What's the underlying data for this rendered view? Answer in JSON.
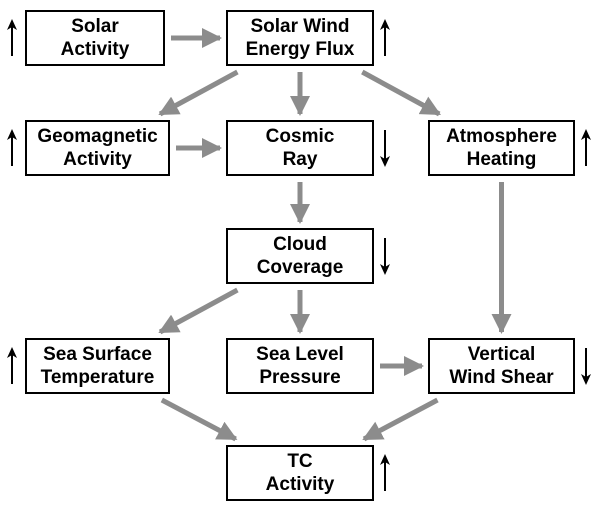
{
  "colors": {
    "arrow": "#8c8c8c",
    "box_border": "#000000",
    "text": "#000000",
    "trend_arrow": "#000000",
    "background": "#ffffff"
  },
  "nodes": {
    "solar_activity": {
      "label": "Solar\nActivity",
      "trend": "up"
    },
    "solar_wind": {
      "label": "Solar Wind\nEnergy Flux",
      "trend": "up"
    },
    "geomagnetic": {
      "label": "Geomagnetic\nActivity",
      "trend": "up"
    },
    "cosmic_ray": {
      "label": "Cosmic\nRay",
      "trend": "down"
    },
    "atmosphere": {
      "label": "Atmosphere\nHeating",
      "trend": "up"
    },
    "cloud": {
      "label": "Cloud\nCoverage",
      "trend": "down"
    },
    "sst": {
      "label": "Sea Surface\nTemperature",
      "trend": "up"
    },
    "slp": {
      "label": "Sea Level\nPressure",
      "trend": "none"
    },
    "shear": {
      "label": "Vertical\nWind Shear",
      "trend": "down"
    },
    "tc": {
      "label": "TC\nActivity",
      "trend": "up"
    }
  },
  "edges": [
    {
      "from": "solar_activity",
      "to": "solar_wind"
    },
    {
      "from": "solar_wind",
      "to": "geomagnetic"
    },
    {
      "from": "solar_wind",
      "to": "cosmic_ray"
    },
    {
      "from": "solar_wind",
      "to": "atmosphere"
    },
    {
      "from": "geomagnetic",
      "to": "cosmic_ray"
    },
    {
      "from": "cosmic_ray",
      "to": "cloud"
    },
    {
      "from": "cloud",
      "to": "sst"
    },
    {
      "from": "cloud",
      "to": "slp"
    },
    {
      "from": "atmosphere",
      "to": "shear"
    },
    {
      "from": "slp",
      "to": "shear"
    },
    {
      "from": "sst",
      "to": "tc"
    },
    {
      "from": "shear",
      "to": "tc"
    }
  ]
}
